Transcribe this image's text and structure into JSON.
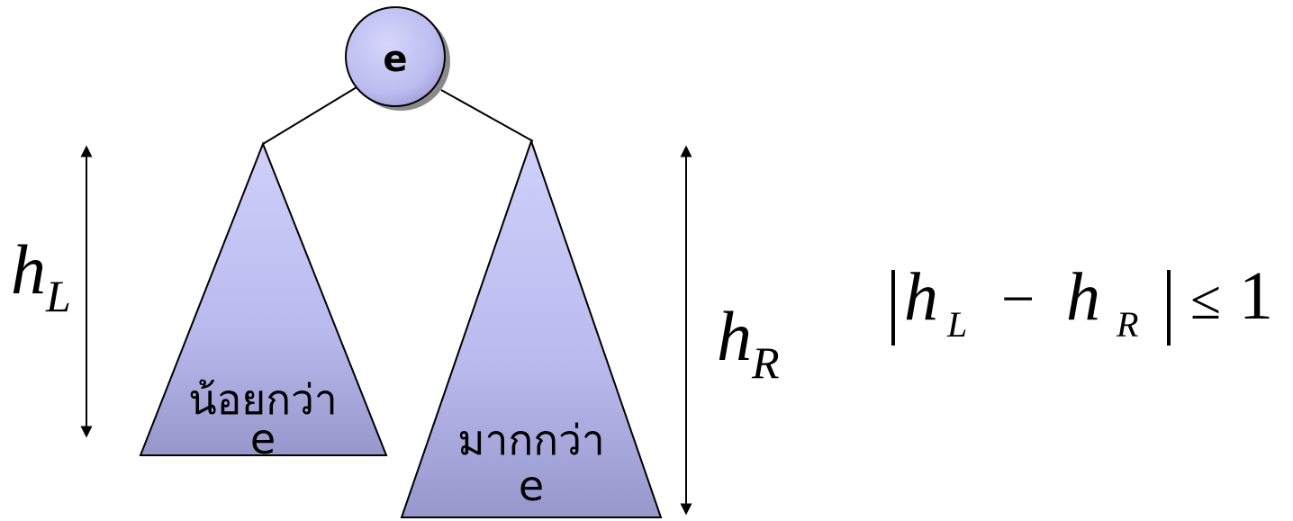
{
  "root": {
    "label": "e"
  },
  "left_subtree": {
    "line1": "น้อยกว่า",
    "line2": "e",
    "height_symbol": "h",
    "height_subscript": "L"
  },
  "right_subtree": {
    "line1": "มากกว่า",
    "line2": "e",
    "height_symbol": "h",
    "height_subscript": "R"
  },
  "formula": {
    "h1": "h",
    "sub1": "L",
    "minus": "−",
    "h2": "h",
    "sub2": "R",
    "relation": "≤",
    "bound": "1"
  },
  "colors": {
    "fill_light": "#cdcdf8",
    "fill_dark": "#9a9ad0",
    "stroke": "#000000",
    "shadow": "#8a8a8a"
  }
}
